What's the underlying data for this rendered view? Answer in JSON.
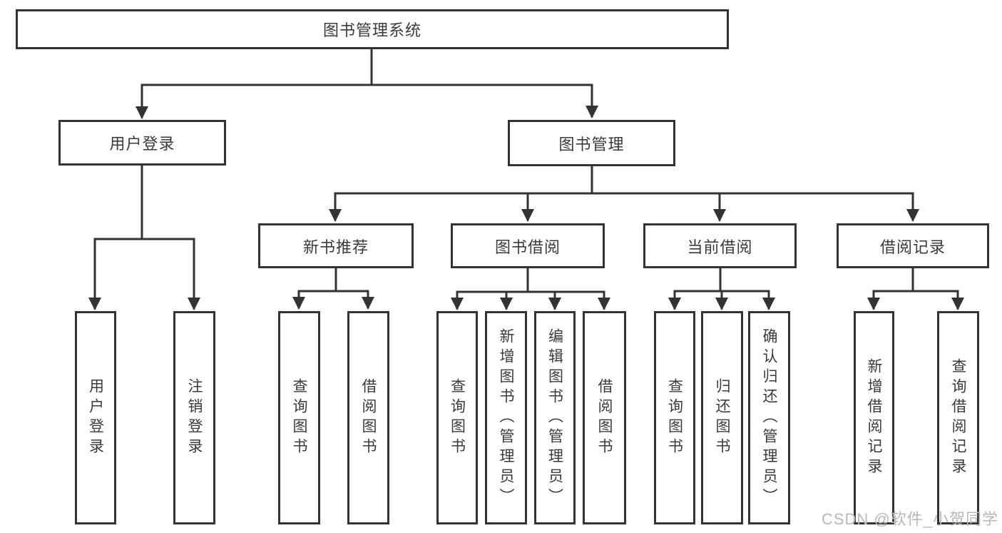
{
  "diagram": {
    "root": {
      "label": "图书管理系统"
    },
    "user_login": {
      "label": "用户登录",
      "children": [
        {
          "label": "用户登录"
        },
        {
          "label": "注销登录"
        }
      ]
    },
    "book_mgmt": {
      "label": "图书管理",
      "children": [
        {
          "label": "新书推荐",
          "children": [
            {
              "label": "查询图书"
            },
            {
              "label": "借阅图书"
            }
          ]
        },
        {
          "label": "图书借阅",
          "children": [
            {
              "label": "查询图书"
            },
            {
              "label": "新增图书（管理员）"
            },
            {
              "label": "编辑图书（管理员）"
            },
            {
              "label": "借阅图书"
            }
          ]
        },
        {
          "label": "当前借阅",
          "children": [
            {
              "label": "查询图书"
            },
            {
              "label": "归还图书"
            },
            {
              "label": "确认归还（管理员）"
            }
          ]
        },
        {
          "label": "借阅记录",
          "children": [
            {
              "label": "新增借阅记录"
            },
            {
              "label": "查询借阅记录"
            }
          ]
        }
      ]
    }
  },
  "watermark": "CSDN @软件_小贺同学",
  "colors": {
    "line": "#333333",
    "text": "#3a3a3a",
    "watermark": "#b5b9be",
    "background": "#ffffff"
  }
}
